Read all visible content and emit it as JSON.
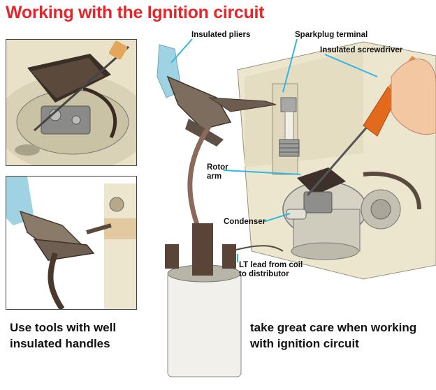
{
  "title": "Working with the Ignition circuit",
  "labels": {
    "insulated_pliers": "Insulated pliers",
    "sparkplug_terminal": "Sparkplug terminal",
    "insulated_screwdriver": "Insulated screwdriver",
    "rotor_arm": "Rotor arm",
    "condenser": "Condenser",
    "lt_lead": "LT lead from coil to distributor"
  },
  "captions": {
    "left": "Use tools with well insulated handles",
    "right": "take great care when working with ignition circuit"
  },
  "colors": {
    "title": "#e8262a",
    "leader": "#33b6e0",
    "handle_blue": "#9fd3e4",
    "screwdriver_orange": "#e36a1c",
    "engine_cream": "#ece6cf",
    "metal_dark": "#5a4a3e"
  }
}
